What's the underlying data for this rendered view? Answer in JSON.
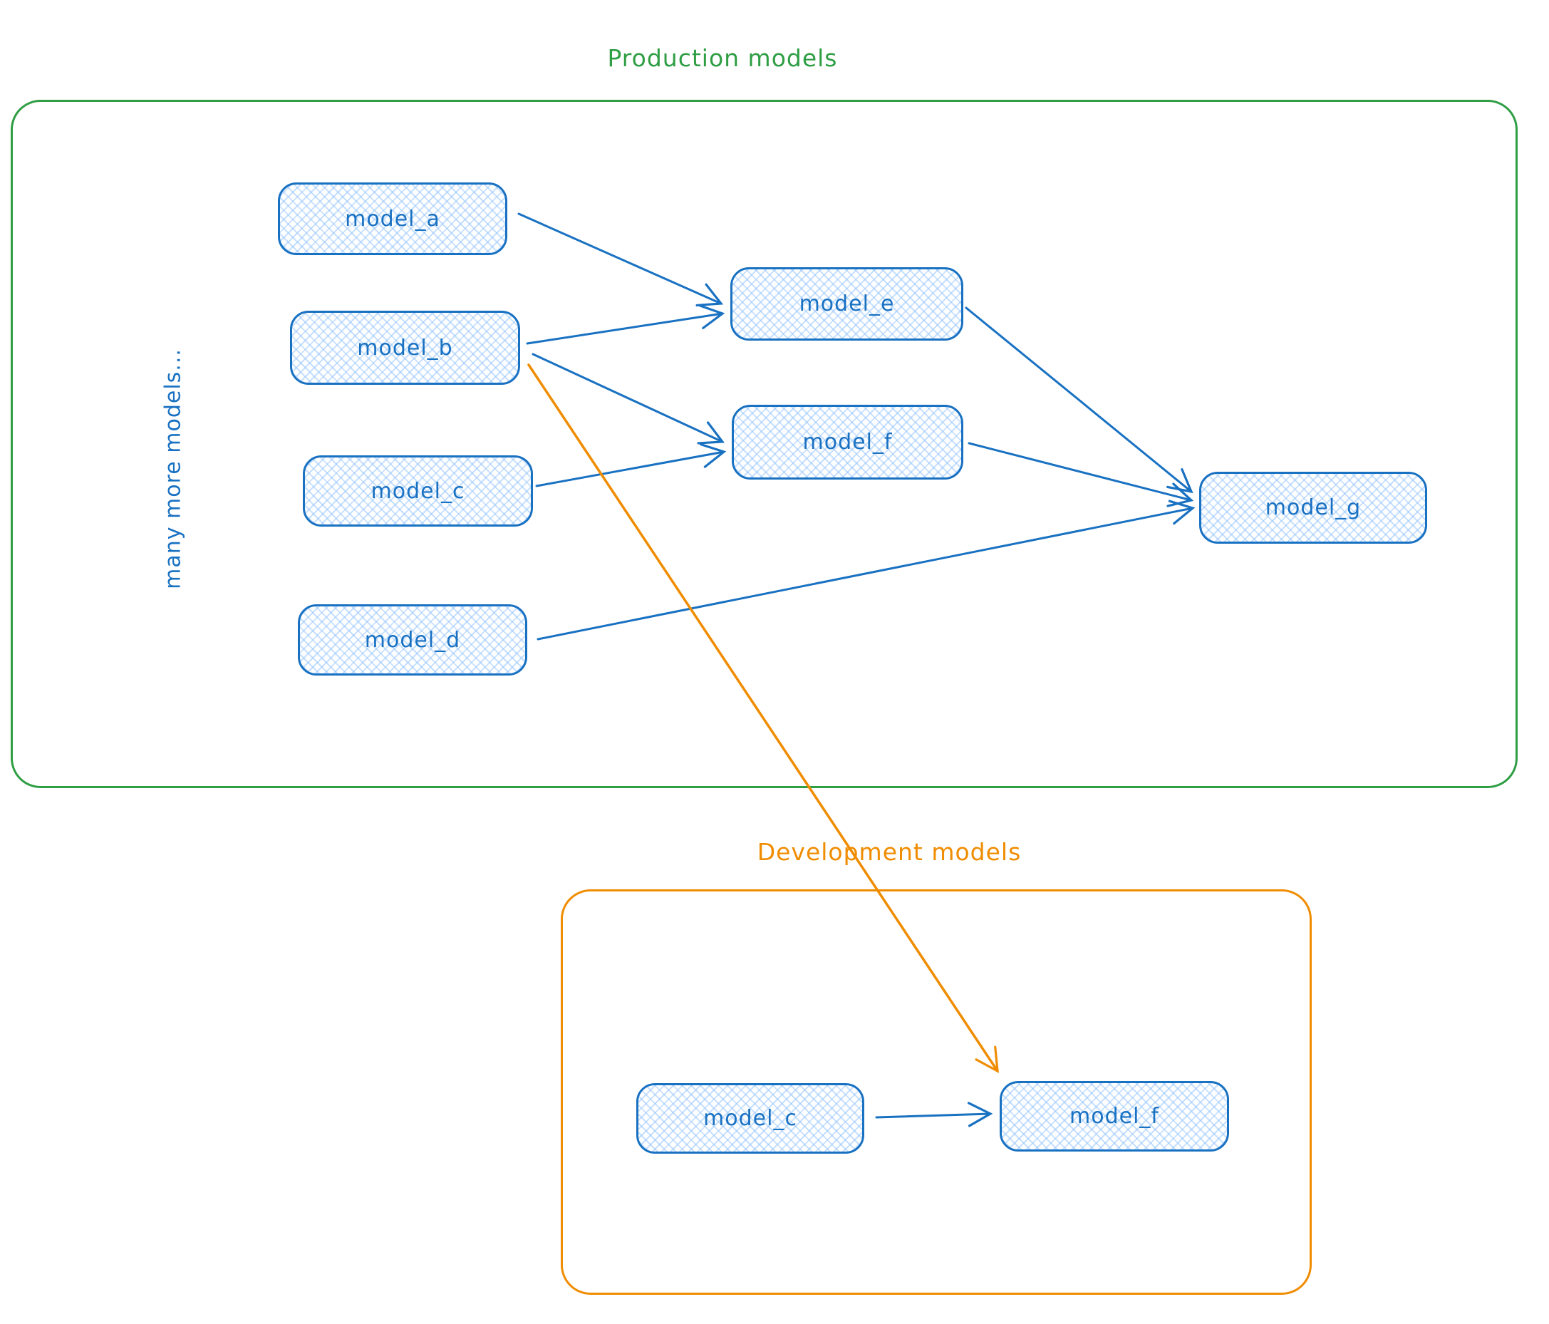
{
  "diagram": {
    "production": {
      "title": "Production models",
      "side_label": "many more models...",
      "nodes": [
        {
          "id": "model_a",
          "label": "model_a"
        },
        {
          "id": "model_b",
          "label": "model_b"
        },
        {
          "id": "model_c",
          "label": "model_c"
        },
        {
          "id": "model_d",
          "label": "model_d"
        },
        {
          "id": "model_e",
          "label": "model_e"
        },
        {
          "id": "model_f",
          "label": "model_f"
        },
        {
          "id": "model_g",
          "label": "model_g"
        }
      ]
    },
    "development": {
      "title": "Development models",
      "nodes": [
        {
          "id": "model_c",
          "label": "model_c"
        },
        {
          "id": "model_f",
          "label": "model_f"
        }
      ]
    },
    "edges": [
      {
        "from": "production.model_a",
        "to": "production.model_e",
        "color": "blue"
      },
      {
        "from": "production.model_b",
        "to": "production.model_e",
        "color": "blue"
      },
      {
        "from": "production.model_b",
        "to": "production.model_f",
        "color": "blue"
      },
      {
        "from": "production.model_c",
        "to": "production.model_f",
        "color": "blue"
      },
      {
        "from": "production.model_e",
        "to": "production.model_g",
        "color": "blue"
      },
      {
        "from": "production.model_f",
        "to": "production.model_g",
        "color": "blue"
      },
      {
        "from": "production.model_d",
        "to": "production.model_g",
        "color": "blue"
      },
      {
        "from": "production.model_b",
        "to": "development.model_f",
        "color": "orange"
      },
      {
        "from": "development.model_c",
        "to": "development.model_f",
        "color": "blue"
      }
    ],
    "colors": {
      "node_stroke": "#1971c2",
      "node_fill_hatch": "#a5d8ff",
      "production_accent": "#2f9e44",
      "development_accent": "#f08c00",
      "edge_blue": "#1971c2",
      "edge_orange": "#f08c00"
    }
  }
}
